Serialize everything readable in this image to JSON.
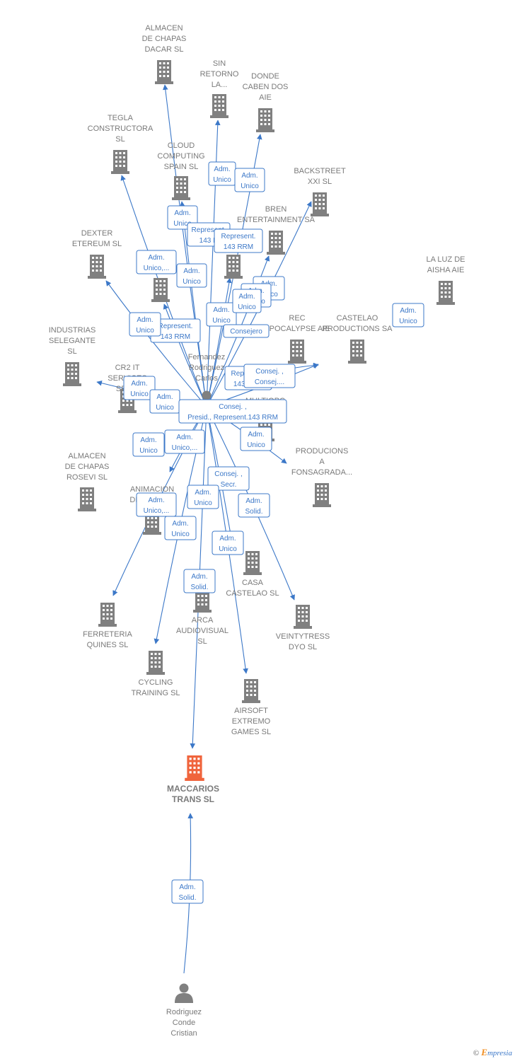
{
  "colors": {
    "accent": "#3c78c8",
    "node": "#808080",
    "target": "#f0643c",
    "label": "#7a7a7a"
  },
  "companies": [
    {
      "id": "almacen_dacar",
      "lines": [
        "ALMACEN",
        "DE CHAPAS",
        "DACAR  SL"
      ]
    },
    {
      "id": "sin_retorno",
      "lines": [
        "SIN",
        "RETORNO",
        "LA..."
      ]
    },
    {
      "id": "donde_caben",
      "lines": [
        "DONDE",
        "CABEN DOS",
        "AIE"
      ]
    },
    {
      "id": "tegla",
      "lines": [
        "TEGLA",
        "CONSTRUCTORA",
        "SL"
      ]
    },
    {
      "id": "cloud",
      "lines": [
        "CLOUD",
        "COMPUTING",
        "SPAIN  SL"
      ]
    },
    {
      "id": "backstreet",
      "lines": [
        "BACKSTREET",
        "XXI SL"
      ]
    },
    {
      "id": "bren",
      "lines": [
        "BREN",
        "ENTERTAINMENT SA"
      ]
    },
    {
      "id": "dexter",
      "lines": [
        "DEXTER",
        "ETEREUM  SL"
      ]
    },
    {
      "id": "la_luz",
      "lines": [
        "LA LUZ DE",
        "AISHA  AIE"
      ]
    },
    {
      "id": "rec",
      "lines": [
        "REC",
        "APOCALYPSE AIE"
      ]
    },
    {
      "id": "castelao_prod",
      "lines": [
        "CASTELAO",
        "PRODUCTIONS SA"
      ]
    },
    {
      "id": "industrias",
      "lines": [
        "INDUSTRIAS",
        "SELEGANTE",
        "SL"
      ]
    },
    {
      "id": "cr2",
      "lines": [
        "CR2 IT",
        "SERVICES",
        "SPAIN"
      ]
    },
    {
      "id": "multiopciones",
      "lines": [
        "MULTIOPC",
        "A"
      ]
    },
    {
      "id": "almacen_rosevi",
      "lines": [
        "ALMACEN",
        "DE CHAPAS",
        "ROSEVI SL"
      ]
    },
    {
      "id": "producions",
      "lines": [
        "PRODUCIONS",
        "A",
        "FONSAGRADA..."
      ]
    },
    {
      "id": "animacion",
      "lines": [
        "ANIMACION",
        "DEPORTE Y"
      ]
    },
    {
      "id": "casa_castelao",
      "lines": [
        "CASA",
        "CASTELAO  SL"
      ]
    },
    {
      "id": "ferreteria",
      "lines": [
        "FERRETERIA",
        "QUINES  SL"
      ]
    },
    {
      "id": "arca",
      "lines": [
        "ARCA",
        "AUDIOVISUAL",
        "SL"
      ]
    },
    {
      "id": "veintytress",
      "lines": [
        "VEINTYTRESS",
        "DYO  SL"
      ]
    },
    {
      "id": "cycling",
      "lines": [
        "CYCLING",
        "TRAINING SL"
      ]
    },
    {
      "id": "airsoft",
      "lines": [
        "AIRSOFT",
        "EXTREMO",
        "GAMES SL"
      ]
    },
    {
      "id": "unlabeled_1",
      "lines": []
    },
    {
      "id": "unlabeled_2",
      "lines": []
    }
  ],
  "target": {
    "id": "maccarios",
    "lines": [
      "MACCARIOS",
      "TRANS  SL"
    ]
  },
  "people": [
    {
      "id": "fernandez",
      "lines": [
        "Fernandez",
        "Rodriguez",
        "Carlos"
      ]
    },
    {
      "id": "rodriguez_conde",
      "lines": [
        "Rodriguez",
        "Conde",
        "Cristian"
      ]
    }
  ],
  "relations": [
    {
      "lines": [
        "Adm.",
        "Unico"
      ]
    },
    {
      "lines": [
        "Adm.",
        "Unico"
      ]
    },
    {
      "lines": [
        "Adm.",
        "Unico"
      ]
    },
    {
      "lines": [
        "Represent.",
        "143 R"
      ]
    },
    {
      "lines": [
        "Represent.",
        "143 RRM"
      ]
    },
    {
      "lines": [
        "Adm.",
        "Unico,..."
      ]
    },
    {
      "lines": [
        "Adm.",
        "Unico"
      ]
    },
    {
      "lines": [
        "Adm.",
        "Unico"
      ]
    },
    {
      "lines": [
        "Adm.",
        "Unico"
      ]
    },
    {
      "lines": [
        "Adm.",
        "Unico"
      ]
    },
    {
      "lines": [
        "Adm.",
        "Unico"
      ]
    },
    {
      "lines": [
        "Consejero"
      ]
    },
    {
      "lines": [
        "Adm.",
        "Unico"
      ]
    },
    {
      "lines": [
        "Represent.",
        "143 RRM"
      ]
    },
    {
      "lines": [
        "Adm.",
        "Unico"
      ]
    },
    {
      "lines": [
        "Represent.",
        "143 RRM"
      ]
    },
    {
      "lines": [
        "Consej. ,",
        "Consej...."
      ]
    },
    {
      "lines": [
        "Adm.",
        "Unico"
      ]
    },
    {
      "lines": [
        "Adm.",
        "Unico"
      ]
    },
    {
      "lines": [
        "Consej. ,",
        "Presid., Represent.143 RRM"
      ]
    },
    {
      "lines": [
        "Adm.",
        "Unico"
      ]
    },
    {
      "lines": [
        "Adm.",
        "Unico"
      ]
    },
    {
      "lines": [
        "Adm.",
        "Unico,..."
      ]
    },
    {
      "lines": [
        "Consej. ,",
        "Secr."
      ]
    },
    {
      "lines": [
        "Adm.",
        "Unico"
      ]
    },
    {
      "lines": [
        "Adm.",
        "Solid."
      ]
    },
    {
      "lines": [
        "Adm.",
        "Unico,..."
      ]
    },
    {
      "lines": [
        "Adm.",
        "Unico"
      ]
    },
    {
      "lines": [
        "Adm.",
        "Unico"
      ]
    },
    {
      "lines": [
        "Adm.",
        "Solid."
      ]
    },
    {
      "lines": [
        "Adm.",
        "Solid."
      ]
    }
  ],
  "brand": {
    "copyright": "©",
    "name": "mpresia",
    "initial": "E"
  }
}
